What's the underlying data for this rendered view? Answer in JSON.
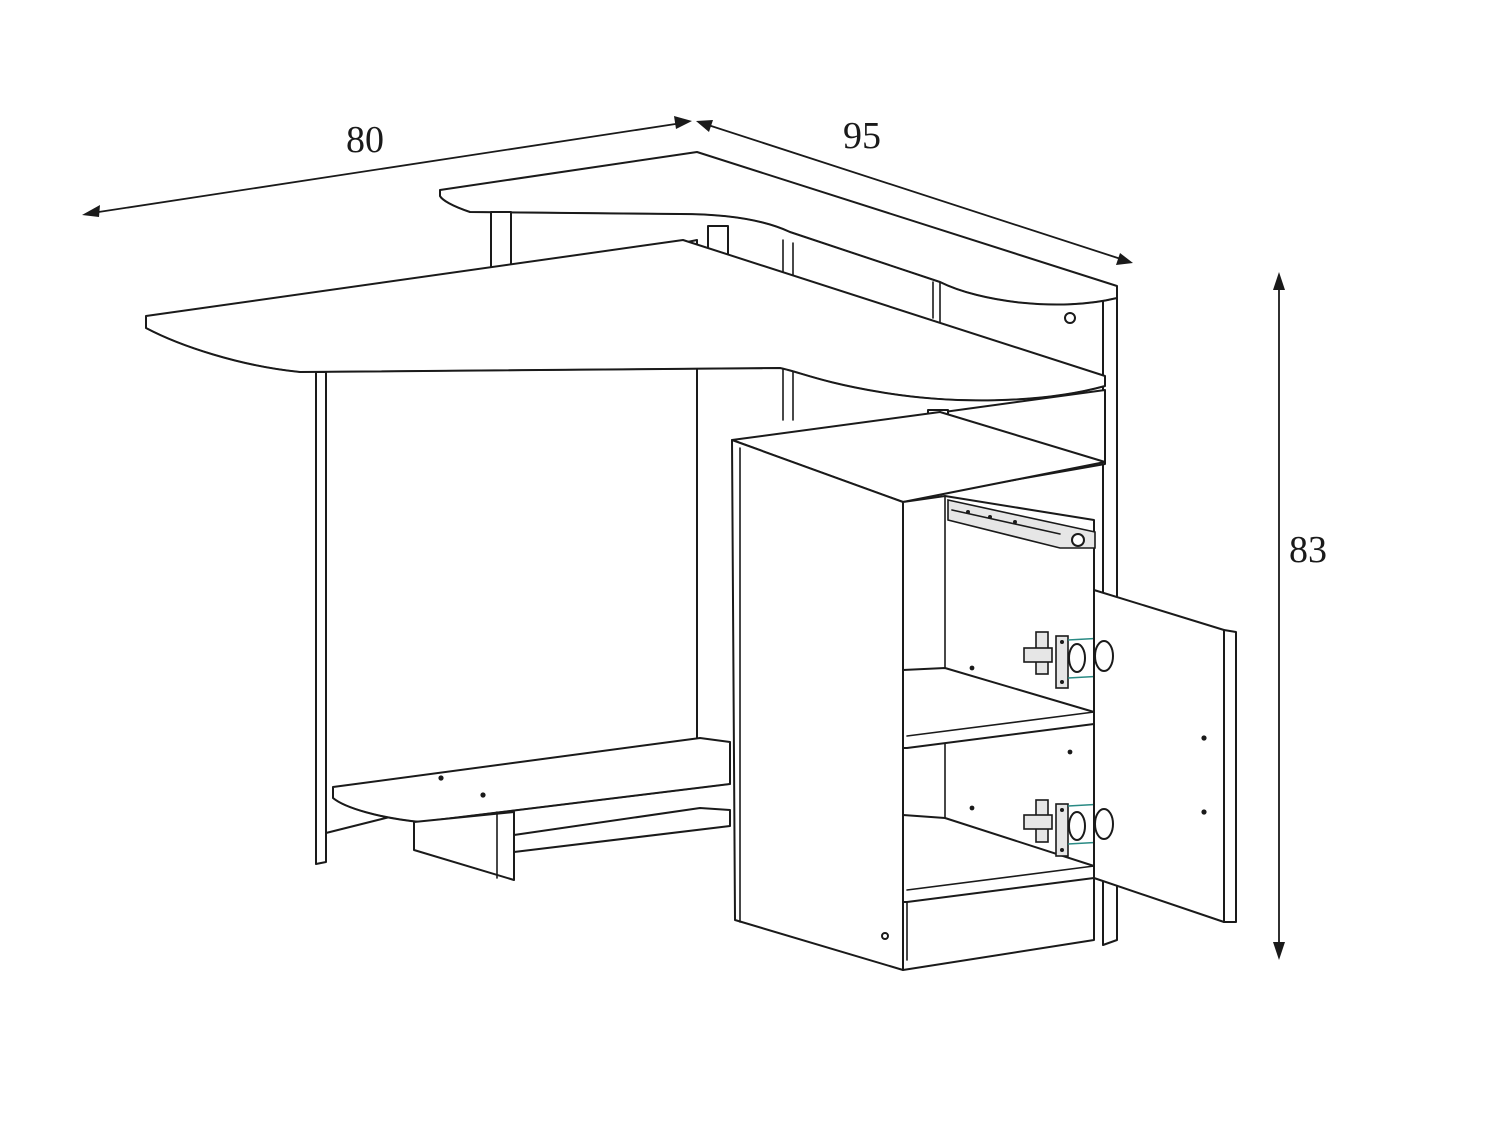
{
  "dimensions": {
    "width_left": "80",
    "width_right": "95",
    "height": "83"
  }
}
